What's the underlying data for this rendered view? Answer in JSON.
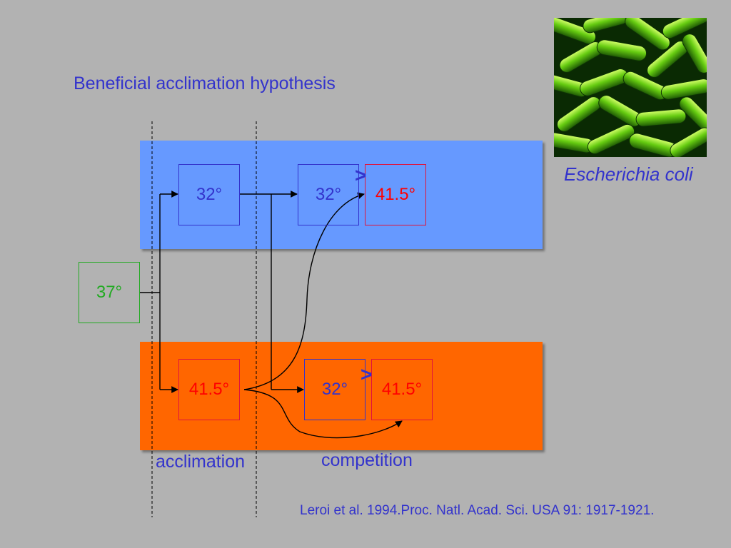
{
  "title": "Beneficial acclimation hypothesis",
  "image": {
    "species": "Escherichia coli"
  },
  "ancestor": {
    "temp": "37°"
  },
  "acclimation_row_blue": {
    "temp": "32°"
  },
  "acclimation_row_orange": {
    "temp": "41.5°"
  },
  "competition_blue": {
    "left_temp": "32°",
    "right_temp": "41.5°",
    "comparator": ">"
  },
  "competition_orange": {
    "left_temp": "32°",
    "right_temp": "41.5°",
    "comparator": ">"
  },
  "phase_labels": {
    "acclimation": "acclimation",
    "competition": "competition"
  },
  "reference": "Leroi et al. 1994.Proc. Natl. Acad. Sci. USA 91: 1917-1921.",
  "colors": {
    "background": "#b2b2b2",
    "blue_band": "#6699ff",
    "orange_band": "#ff6600",
    "text_blue": "#3333cc",
    "text_red": "#ff0000",
    "text_green": "#22aa22"
  }
}
